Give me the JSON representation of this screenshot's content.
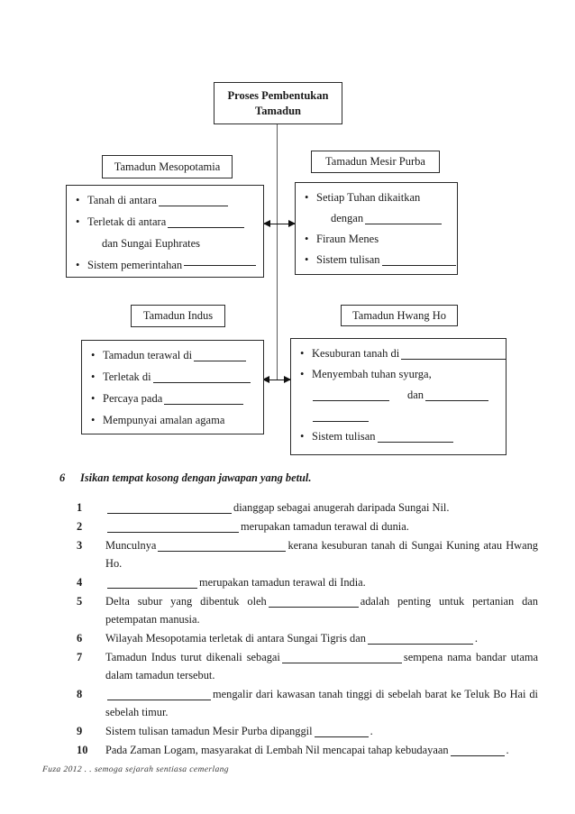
{
  "diagram": {
    "bullet": "•",
    "title": "Proses Pembentukan Tamadun",
    "mesopotamia": {
      "label": "Tamadun Mesopotamia",
      "point1": "Tanah di antara",
      "point2": "Terletak di antara",
      "point2_cont": "dan Sungai Euphrates",
      "point3": "Sistem pemerintahan"
    },
    "mesir_purba": {
      "label": "Tamadun Mesir Purba",
      "point1": "Setiap Tuhan dikaitkan",
      "point1_cont": "dengan",
      "point2": "Firaun Menes",
      "point3": "Sistem tulisan"
    },
    "indus": {
      "label": "Tamadun Indus",
      "point1": "Tamadun terawal di",
      "point2": "Terletak di",
      "point3": "Percaya pada",
      "point4": "Mempunyai amalan agama"
    },
    "hwang_ho": {
      "label": "Tamadun Hwang Ho",
      "point1": "Kesuburan tanah di",
      "point2": "Menyembah tuhan syurga,",
      "point2_dan": "dan",
      "point3": "Sistem tulisan"
    }
  },
  "exercise": {
    "section_number": "6",
    "instruction": "Isikan tempat kosong dengan jawapan yang betul.",
    "items": {
      "q1": {
        "num": "1",
        "after": "dianggap sebagai anugerah daripada Sungai Nil."
      },
      "q2": {
        "num": "2",
        "after": "merupakan tamadun terawal di dunia."
      },
      "q3": {
        "num": "3",
        "before": "Munculnya",
        "after": "kerana kesuburan tanah di Sungai Kuning atau Hwang Ho."
      },
      "q4": {
        "num": "4",
        "after": "merupakan tamadun terawal di India."
      },
      "q5": {
        "num": "5",
        "before": "Delta subur yang dibentuk oleh",
        "after": "adalah penting untuk pertanian dan petempatan manusia."
      },
      "q6": {
        "num": "6",
        "before": "Wilayah Mesopotamia terletak di antara Sungai Tigris dan",
        "after": "."
      },
      "q7": {
        "num": "7",
        "before": "Tamadun Indus turut dikenali sebagai",
        "after": "sempena nama bandar utama dalam tamadun tersebut."
      },
      "q8": {
        "num": "8",
        "after": "mengalir dari kawasan tanah tinggi di sebelah barat ke Teluk Bo Hai di sebelah timur."
      },
      "q9": {
        "num": "9",
        "before": "Sistem tulisan tamadun Mesir Purba dipanggil",
        "after": "."
      },
      "q10": {
        "num": "10",
        "before": "Pada Zaman Logam, masyarakat di Lembah Nil mencapai tahap kebudayaan",
        "after": "."
      }
    }
  },
  "footer": {
    "signature": "Fuza 2012 . . semoga sejarah sentiasa cemerlang"
  }
}
